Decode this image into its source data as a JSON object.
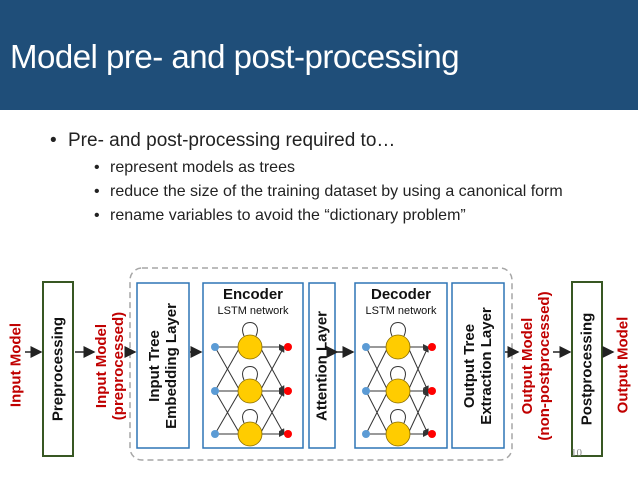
{
  "title": "Model pre- and post-processing",
  "bullets": {
    "main": "Pre- and post-processing required to…",
    "sub": [
      "represent models as trees",
      "reduce the size of the training dataset by using a canonical form",
      "rename variables to avoid the “dictionary problem”"
    ]
  },
  "diagram": {
    "input_model": "Input Model",
    "preprocessing": "Preprocessing",
    "input_model_pre_line1": "Input Model",
    "input_model_pre_line2": "(preprocessed)",
    "embedding_line1": "Input Tree",
    "embedding_line2": "Embedding Layer",
    "encoder_title": "Encoder",
    "encoder_sub": "LSTM network",
    "attention": "Attention Layer",
    "decoder_title": "Decoder",
    "decoder_sub": "LSTM network",
    "extraction_line1": "Output Tree",
    "extraction_line2": "Extraction Layer",
    "output_model_np_line1": "Output Model",
    "output_model_np_line2": "(non-postprocessed)",
    "postprocessing": "Postprocessing",
    "output_model": "Output Model"
  },
  "page_number": "10",
  "colors": {
    "title_bar": "#1f4e79",
    "box_border": "#2e75b6",
    "process_border": "#385723",
    "highlight_red": "#c00000",
    "neuron_fill": "#ffcc00",
    "input_dot": "#5b9bd5",
    "output_dot": "#ff0000"
  }
}
